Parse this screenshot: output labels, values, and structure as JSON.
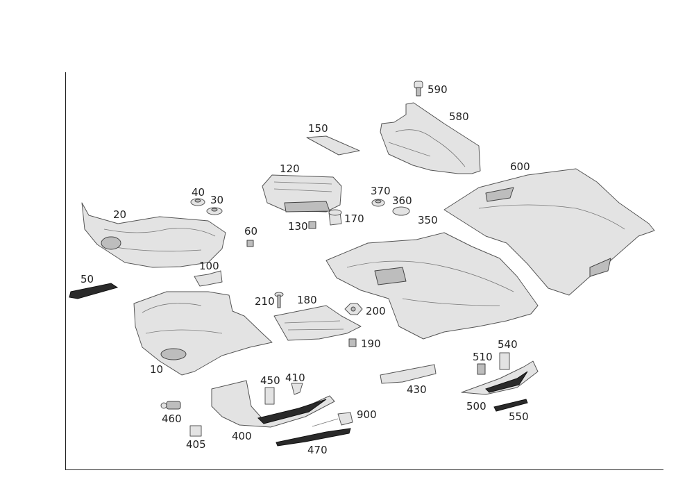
{
  "diagram": {
    "callouts": [
      {
        "id": "c10",
        "text": "10"
      },
      {
        "id": "c20",
        "text": "20"
      },
      {
        "id": "c30",
        "text": "30"
      },
      {
        "id": "c40",
        "text": "40"
      },
      {
        "id": "c50",
        "text": "50"
      },
      {
        "id": "c60",
        "text": "60"
      },
      {
        "id": "c100",
        "text": "100"
      },
      {
        "id": "c120",
        "text": "120"
      },
      {
        "id": "c130",
        "text": "130"
      },
      {
        "id": "c150",
        "text": "150"
      },
      {
        "id": "c170",
        "text": "170"
      },
      {
        "id": "c180",
        "text": "180"
      },
      {
        "id": "c190",
        "text": "190"
      },
      {
        "id": "c200",
        "text": "200"
      },
      {
        "id": "c210",
        "text": "210"
      },
      {
        "id": "c350",
        "text": "350"
      },
      {
        "id": "c360",
        "text": "360"
      },
      {
        "id": "c370",
        "text": "370"
      },
      {
        "id": "c400",
        "text": "400"
      },
      {
        "id": "c405",
        "text": "405"
      },
      {
        "id": "c410",
        "text": "410"
      },
      {
        "id": "c430",
        "text": "430"
      },
      {
        "id": "c450",
        "text": "450"
      },
      {
        "id": "c460",
        "text": "460"
      },
      {
        "id": "c470",
        "text": "470"
      },
      {
        "id": "c500",
        "text": "500"
      },
      {
        "id": "c510",
        "text": "510"
      },
      {
        "id": "c540",
        "text": "540"
      },
      {
        "id": "c550",
        "text": "550"
      },
      {
        "id": "c580",
        "text": "580"
      },
      {
        "id": "c590",
        "text": "590"
      },
      {
        "id": "c600",
        "text": "600"
      },
      {
        "id": "c900",
        "text": "900"
      }
    ]
  }
}
